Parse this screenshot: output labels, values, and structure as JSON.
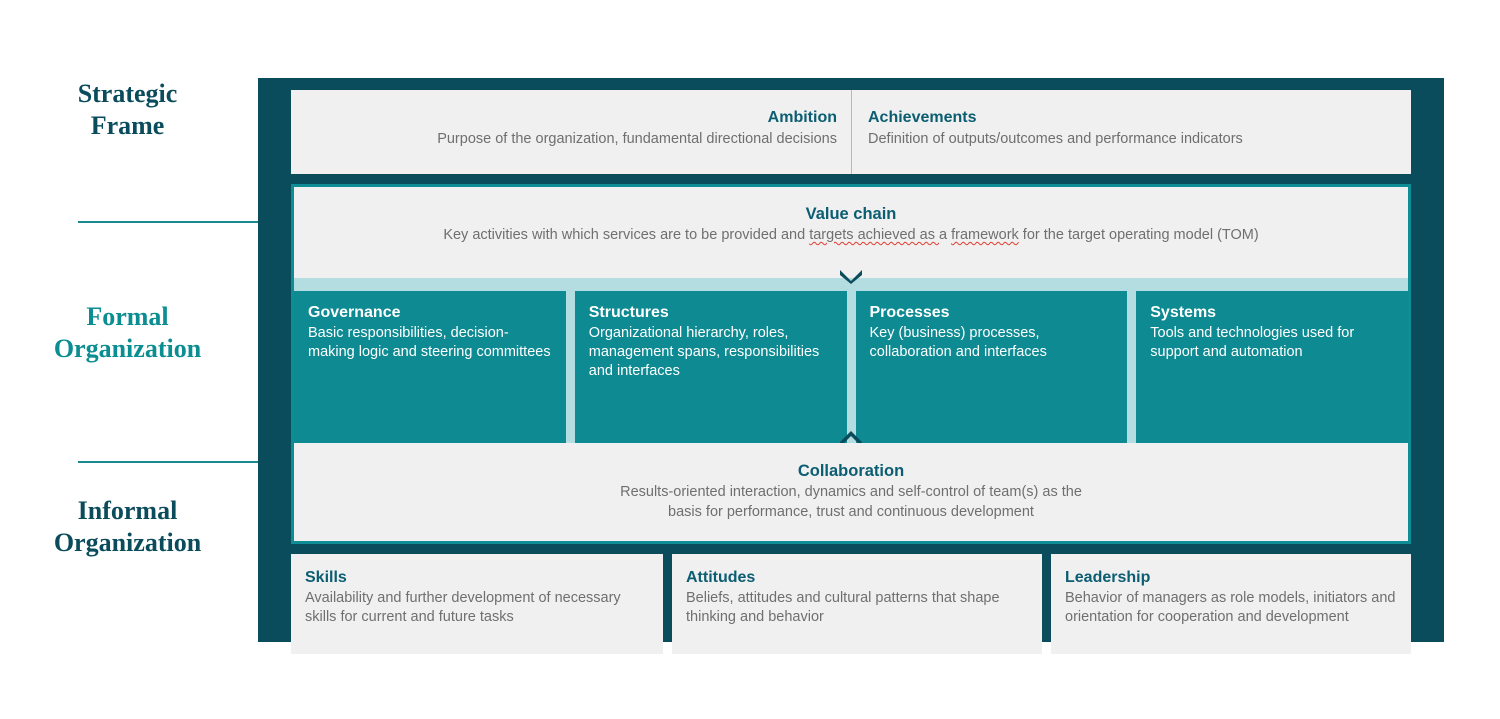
{
  "axis": {
    "strategic": "Strategic\nFrame",
    "formal": "Formal\nOrganization",
    "informal": "Informal\nOrganization"
  },
  "colors": {
    "dark_teal": "#0b4c5c",
    "teal": "#0d8a92",
    "light_teal": "#b4dde1",
    "panel_gray": "#f0f0f0",
    "title_blue": "#0b5d72",
    "body_gray": "#6f6f6f",
    "spellcheck_red": "#e03b2e"
  },
  "strategic_frame": {
    "cells": [
      {
        "title": "Ambition",
        "body": "Purpose of the organization, fundamental directional decisions"
      },
      {
        "title": "Achievements",
        "body": "Definition of outputs/outcomes and performance indicators"
      }
    ]
  },
  "formal_organization": {
    "value_chain": {
      "title": "Value chain",
      "body_part1": "Key activities with which services are to be provided and ",
      "body_misspelled1": "targets achieved as ",
      "body_part2": "a ",
      "body_misspelled2": "framework",
      "body_part3": " for the target operating model (TOM)"
    },
    "pillars": [
      {
        "title": "Governance",
        "body": "Basic responsibilities, decision-making logic and steering committees"
      },
      {
        "title": "Structures",
        "body": "Organizational hierarchy, roles, management spans, responsibilities\nand interfaces"
      },
      {
        "title": "Processes",
        "body": "Key (business) processes, collaboration and interfaces"
      },
      {
        "title": "Systems",
        "body": "Tools and technologies used for support and automation"
      }
    ],
    "collaboration": {
      "title": "Collaboration",
      "body_line1": "Results-oriented interaction, dynamics and self-control of team(s) as the",
      "body_line2": "basis for performance, trust and continuous development"
    }
  },
  "informal_organization": {
    "cards": [
      {
        "title": "Skills",
        "body": "Availability and further development of necessary skills for current and future tasks"
      },
      {
        "title": "Attitudes",
        "body": "Beliefs, attitudes and cultural patterns that shape thinking and behavior"
      },
      {
        "title": "Leadership",
        "body": "Behavior of managers as role models, initiators and orientation for cooperation and development"
      }
    ]
  }
}
